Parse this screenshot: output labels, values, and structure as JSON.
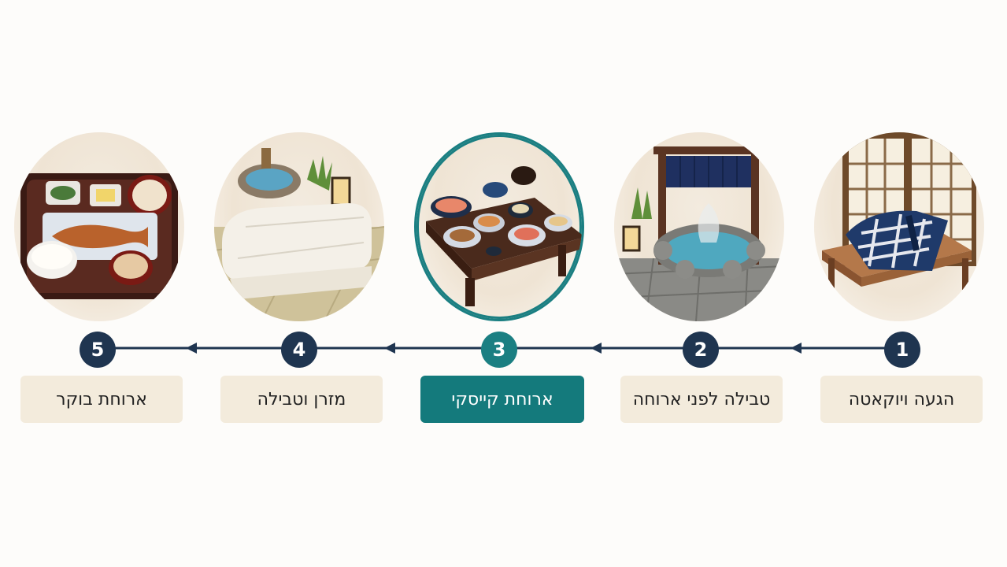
{
  "steps": [
    {
      "number": "1",
      "label": "הגעה ויוקאטה",
      "icon": "yukata-screen-icon",
      "active": false
    },
    {
      "number": "2",
      "label": "טבילה לפני ארוחה",
      "icon": "onsen-bath-icon",
      "active": false
    },
    {
      "number": "3",
      "label": "ארוחת קייסקי",
      "icon": "kaiseki-meal-icon",
      "active": true
    },
    {
      "number": "4",
      "label": "מזרן וטבילה",
      "icon": "futon-bath-icon",
      "active": false
    },
    {
      "number": "5",
      "label": "ארוחת בוקר",
      "icon": "breakfast-tray-icon",
      "active": false
    }
  ],
  "colors": {
    "node": "#1f3550",
    "accent": "#1b7f82",
    "label_bg": "#f3ebdc",
    "line": "#1f3550"
  }
}
